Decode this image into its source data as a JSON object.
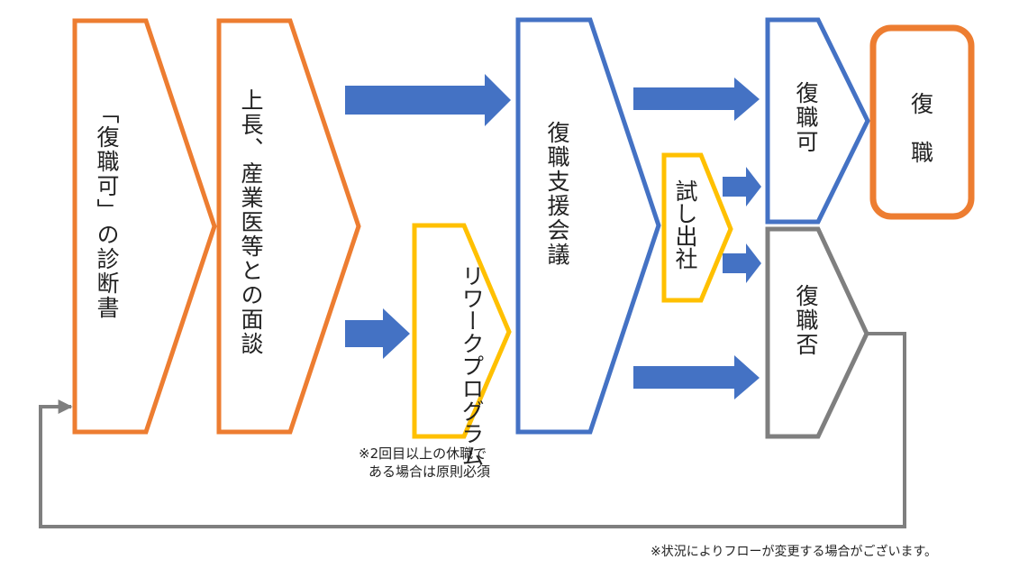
{
  "colors": {
    "orange": "#ED7D31",
    "blue": "#4472C4",
    "yellow": "#FFC000",
    "gray": "#7F7F7F"
  },
  "steps": {
    "diagnosis": "「復職可」の診断書",
    "interview": "上長、産業医等との面談",
    "rework": "リワークプログラム",
    "support_meeting": "復職支援会議",
    "trial_commute": "試し出社",
    "return_ok": "復職可",
    "return_ng": "復職否",
    "return": [
      "復",
      "職"
    ]
  },
  "notes": {
    "rework_required": [
      "※2回目以上の休職で",
      "ある場合は原則必須"
    ],
    "flow_change": "※状況によりフローが変更する場合がございます。"
  }
}
